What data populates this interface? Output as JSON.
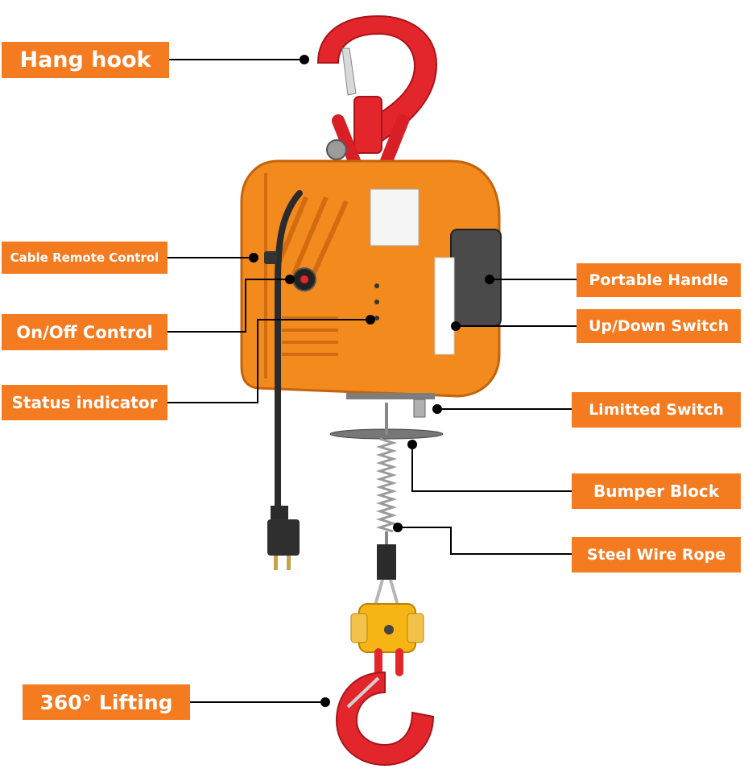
{
  "colors": {
    "label_bg": "#f47b20",
    "label_text": "#ffffff",
    "hoist_body": "#f28a1e",
    "hook": "#e3262b",
    "swivel": "#f6b514",
    "leader_line": "#000000"
  },
  "labels": {
    "hang_hook": "Hang hook",
    "cable_remote_control": "Cable Remote Control",
    "on_off_control": "On/Off Control",
    "status_indicator": "Status indicator",
    "portable_handle": "Portable Handle",
    "up_down_switch": "Up/Down Switch",
    "limited_switch": "Limitted Switch",
    "bumper_block": "Bumper Block",
    "steel_wire_rope": "Steel Wire Rope",
    "lifting_360": "360°  Lifting"
  }
}
